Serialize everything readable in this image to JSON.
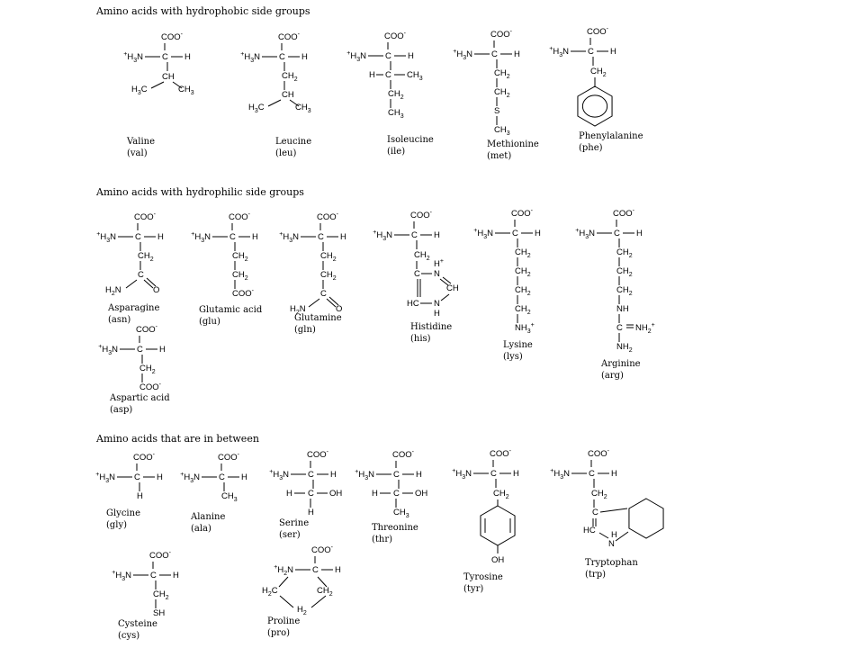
{
  "sections": [
    "Amino acids with hydrophobic side groups",
    "Amino acids with hydrophilic side groups",
    "Amino acids that are in between"
  ],
  "glyphs": {
    "coo": "COO",
    "h3n": "H",
    "n": "N",
    "c": "C",
    "h": "H",
    "ch": "CH",
    "ch2": "CH",
    "ch3": "CH",
    "oh": "OH",
    "o": "O",
    "s": "S",
    "sh": "SH",
    "nh": "NH",
    "nh2": "NH",
    "nh3": "NH",
    "h2n": "H",
    "hc": "HC",
    "h2c": "H",
    "minus": "-",
    "plus": "+",
    "sub2": "2",
    "sub3": "3",
    "h3c": "H",
    "eq": "="
  },
  "amino_acids": [
    {
      "key": "valine",
      "name": "Valine",
      "abbr": "(val)"
    },
    {
      "key": "leucine",
      "name": "Leucine",
      "abbr": "(leu)"
    },
    {
      "key": "isoleucine",
      "name": "Isoleucine",
      "abbr": "(ile)"
    },
    {
      "key": "methionine",
      "name": "Methionine",
      "abbr": "(met)"
    },
    {
      "key": "phenylalanine",
      "name": "Phenylalanine",
      "abbr": "(phe)"
    },
    {
      "key": "asparagine",
      "name": "Asparagine",
      "abbr": "(asn)"
    },
    {
      "key": "glutamic",
      "name": "Glutamic acid",
      "abbr": "(glu)"
    },
    {
      "key": "glutamine",
      "name": "Glutamine",
      "abbr": "(gln)"
    },
    {
      "key": "histidine",
      "name": "Histidine",
      "abbr": "(his)"
    },
    {
      "key": "lysine",
      "name": "Lysine",
      "abbr": "(lys)"
    },
    {
      "key": "arginine",
      "name": "Arginine",
      "abbr": "(arg)"
    },
    {
      "key": "aspartic",
      "name": "Aspartic acid",
      "abbr": "(asp)"
    },
    {
      "key": "glycine",
      "name": "Glycine",
      "abbr": "(gly)"
    },
    {
      "key": "alanine",
      "name": "Alanine",
      "abbr": "(ala)"
    },
    {
      "key": "serine",
      "name": "Serine",
      "abbr": "(ser)"
    },
    {
      "key": "threonine",
      "name": "Threonine",
      "abbr": "(thr)"
    },
    {
      "key": "tyrosine",
      "name": "Tyrosine",
      "abbr": "(tyr)"
    },
    {
      "key": "tryptophan",
      "name": "Tryptophan",
      "abbr": "(trp)"
    },
    {
      "key": "cysteine",
      "name": "Cysteine",
      "abbr": "(cys)"
    },
    {
      "key": "proline",
      "name": "Proline",
      "abbr": "(pro)"
    }
  ]
}
